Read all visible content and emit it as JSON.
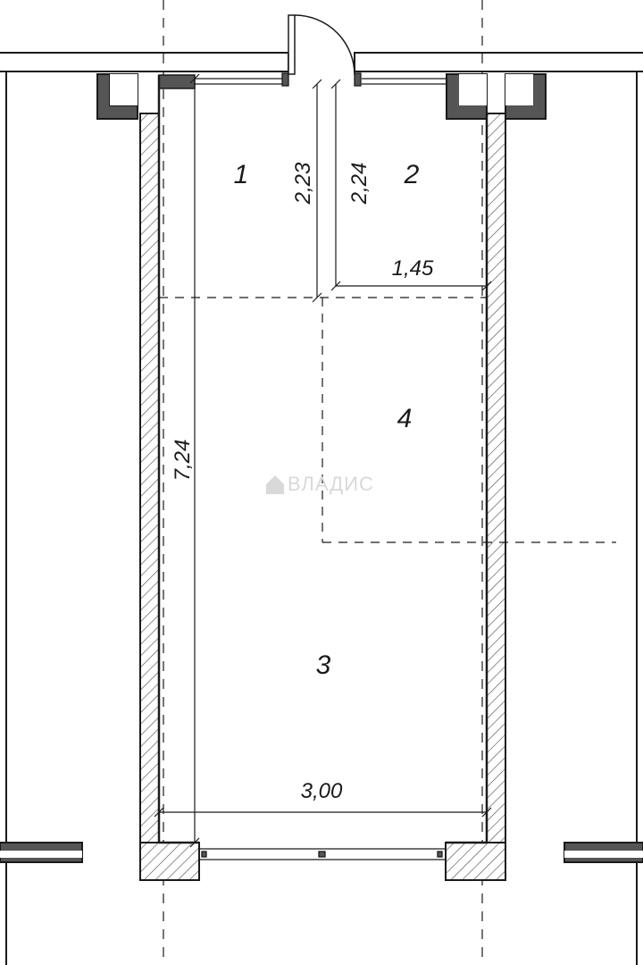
{
  "rooms": {
    "r1": "1",
    "r2": "2",
    "r3": "3",
    "r4": "4"
  },
  "dimensions": {
    "total_length": "7,24",
    "width": "3,00",
    "room1_depth": "2,23",
    "room2_depth": "2,24",
    "room2_width": "1,45"
  },
  "watermark": {
    "text": "ВЛАДИС"
  },
  "colors": {
    "line": "#1a1a1a",
    "hatch": "#555555",
    "wall_fill": "#ffffff",
    "watermark": "#d9d9d9"
  }
}
